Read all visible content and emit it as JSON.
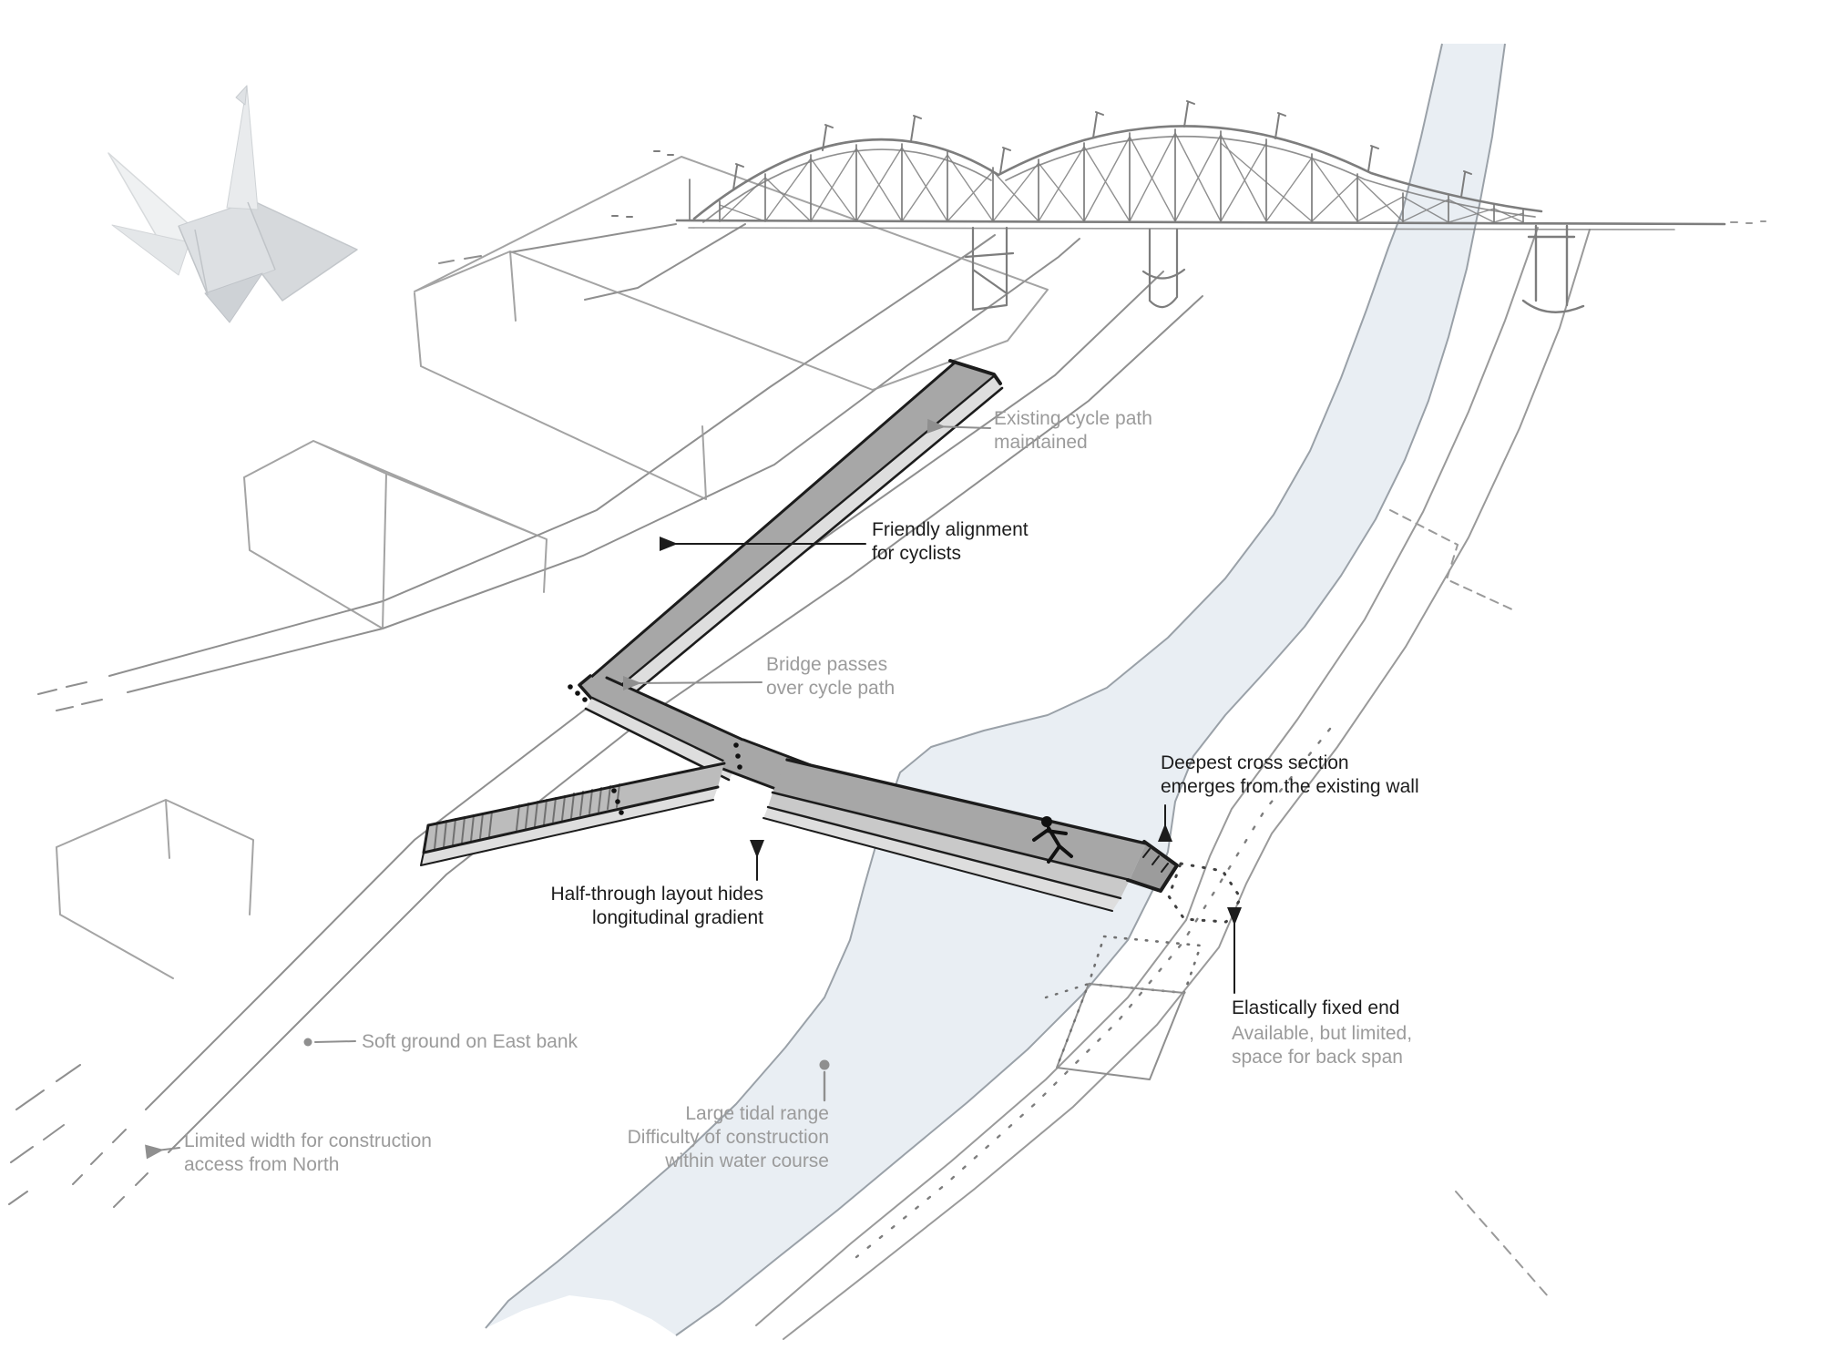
{
  "title": "Bridge design concept sketch",
  "labels": {
    "existing_cycle_path": {
      "text": "Existing cycle path\nmaintained",
      "tone": "muted"
    },
    "friendly_alignment": {
      "text": "Friendly alignment\nfor cyclists",
      "tone": "strong"
    },
    "bridge_passes": {
      "text": "Bridge passes\nover cycle path",
      "tone": "muted"
    },
    "deepest_cross_section": {
      "text": "Deepest cross section\nemerges from the existing wall",
      "tone": "strong"
    },
    "half_through": {
      "text": "Half-through layout hides\nlongitudinal gradient",
      "tone": "strong"
    },
    "elastically_fixed_title": {
      "text": "Elastically fixed end",
      "tone": "strong"
    },
    "elastically_fixed_sub": {
      "text": "Available, but limited,\nspace for back span",
      "tone": "muted"
    },
    "soft_ground": {
      "text": "Soft ground on East bank",
      "tone": "muted"
    },
    "tidal_range": {
      "text": "Large tidal range\nDifficulty of construction\nwithin water course",
      "tone": "muted"
    },
    "limited_width": {
      "text": "Limited width for construction\naccess from North",
      "tone": "muted"
    }
  },
  "figures": {
    "origami_crane": "paper-crane-photo",
    "pedestrian": "stick-figure-on-deck"
  },
  "colors": {
    "ink": "#1c1c1c",
    "muted_text": "#9b9b9b",
    "sketch_line": "#8c8c8c",
    "river_fill": "#e9eef3",
    "river_edge": "#9aa1a8",
    "deck_dark": "#a7a7a7",
    "deck_mid": "#c9c9c9",
    "deck_light": "#dedede"
  }
}
